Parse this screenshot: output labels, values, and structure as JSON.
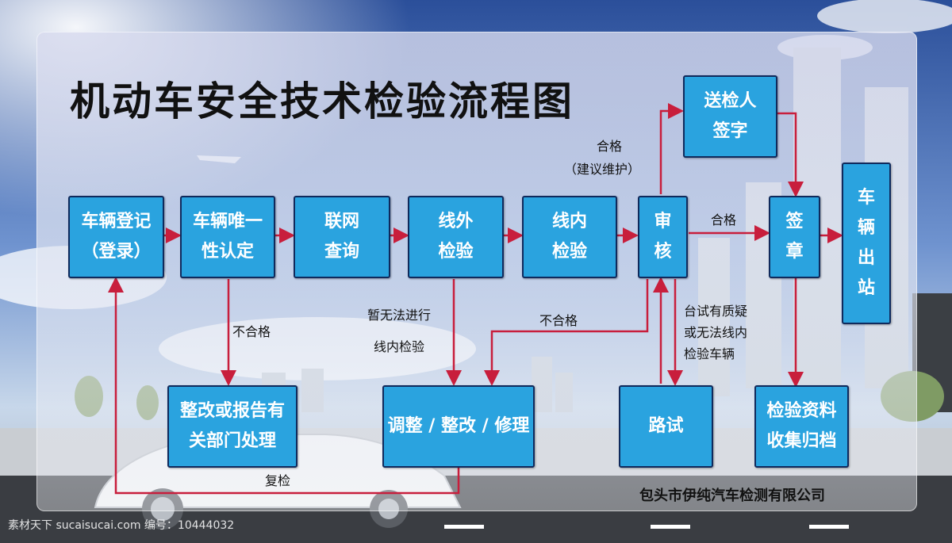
{
  "title": "机动车安全技术检验流程图",
  "company": "包头市伊纯汽车检测有限公司",
  "watermark": "素材天下 sucaisucai.com   编号：10444032",
  "nodes": {
    "register": [
      "车辆登记",
      "（登录）"
    ],
    "identify": [
      "车辆唯一",
      "性认定"
    ],
    "network": [
      "联网",
      "查询"
    ],
    "outline": [
      "线外",
      "检验"
    ],
    "inline": [
      "线内",
      "检验"
    ],
    "audit": [
      "审",
      "核"
    ],
    "sign_person": [
      "送检人",
      "签字"
    ],
    "stamp": [
      "签",
      "章"
    ],
    "exit": [
      "车",
      "辆",
      "出",
      "站"
    ],
    "rectify_report": [
      "整改或报告有",
      "关部门处理"
    ],
    "adjust": [
      "调整 / 整改 / 修理"
    ],
    "road_test": [
      "路试"
    ],
    "archive": [
      "检验资料",
      "收集归档"
    ]
  },
  "labels": {
    "pass_maint_1": "合格",
    "pass_maint_2": "（建议维护）",
    "pass": "合格",
    "fail_left": "不合格",
    "fail_mid": "不合格",
    "no_inline_1": "暂无法进行",
    "no_inline_2": "线内检验",
    "doubt_1": "台试有质疑",
    "doubt_2": "或无法线内",
    "doubt_3": "检验车辆",
    "recheck": "复检"
  },
  "colors": {
    "box": "#2aa3df",
    "box_border": "#102a5c",
    "arrow": "#c81e3c"
  }
}
